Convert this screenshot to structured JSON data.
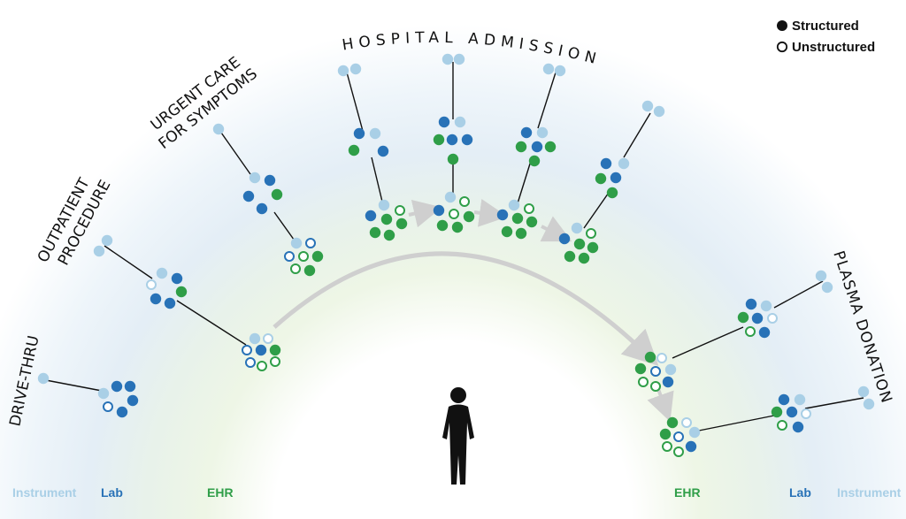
{
  "legend": {
    "structured": "Structured",
    "unstructured": "Unstructured"
  },
  "stages": {
    "drive_thru": "DRIVE-THRU",
    "outpatient_line1": "OUTPATIENT",
    "outpatient_line2": "PROCEDURE",
    "urgent_line1": "URGENT CARE",
    "urgent_line2": "FOR SYMPTOMS",
    "hospital": "HOSPITAL ADMISSION",
    "plasma": "PLASMA DONATION"
  },
  "bands": {
    "instrument_left": "Instrument",
    "lab_left": "Lab",
    "ehr_left": "EHR",
    "ehr_right": "EHR",
    "lab_right": "Lab",
    "instrument_right": "Instrument"
  },
  "colors": {
    "instrument": "#a9cfe6",
    "lab": "#2872b7",
    "ehr": "#2f9e48",
    "connector": "#111111",
    "arrow": "#cfcfcf",
    "text": "#111111"
  },
  "icons": {
    "person": "person-silhouette-icon",
    "structured": "filled-circle-icon",
    "unstructured": "open-circle-icon"
  }
}
